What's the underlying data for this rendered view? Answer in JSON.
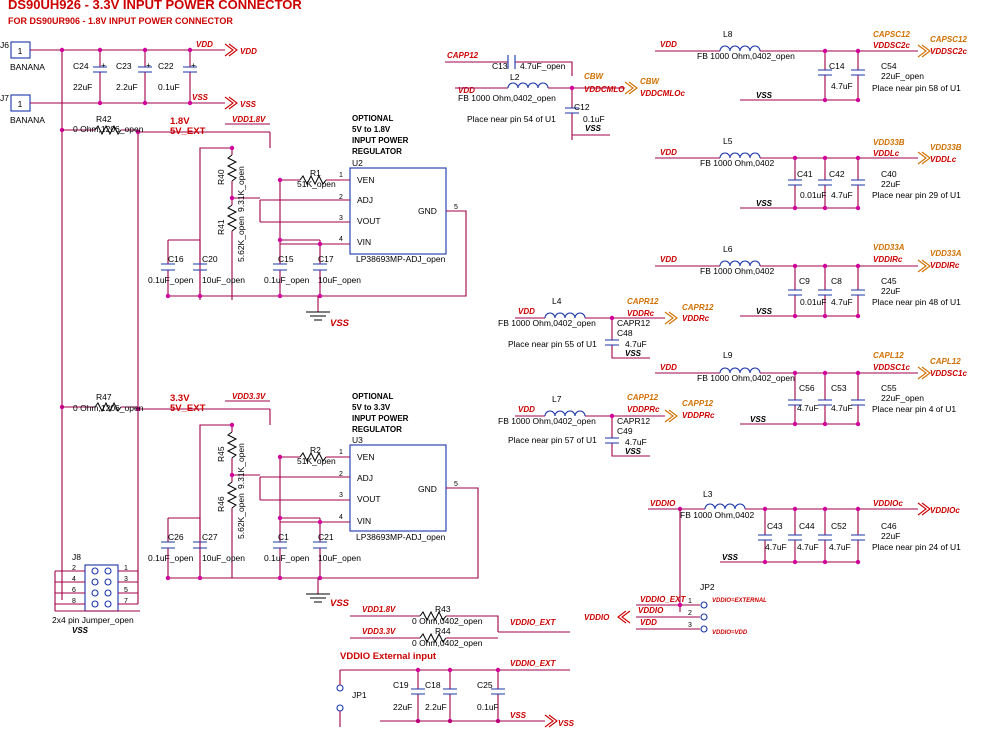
{
  "title": "DS90UH926 - 3.3V INPUT POWER CONNECTOR",
  "subtitle": "FOR DS90UR906 - 1.8V INPUT POWER CONNECTOR",
  "connectors": {
    "j6": {
      "ref": "J6",
      "pin": "1",
      "label": "BANANA"
    },
    "j7": {
      "ref": "J7",
      "pin": "1",
      "label": "BANANA"
    },
    "j8": {
      "ref": "J8",
      "label": "2x4 pin Jumper_open",
      "pins_left": [
        "2",
        "4",
        "6",
        "8"
      ],
      "pins_right": [
        "1",
        "3",
        "5",
        "7"
      ]
    }
  },
  "input_caps": [
    {
      "ref": "C24",
      "value": "22uF"
    },
    {
      "ref": "C23",
      "value": "2.2uF"
    },
    {
      "ref": "C22",
      "value": "0.1uF"
    }
  ],
  "nets": {
    "vdd": "VDD",
    "vss": "VSS",
    "vdd18": "VDD1.8V",
    "vdd33": "VDD3.3V",
    "v18": "1.8V",
    "v33": "3.3V",
    "v5ext": "5V_EXT",
    "vddio_ext": "VDDIO_EXT",
    "vddio": "VDDIO",
    "vddioc": "VDDIOc",
    "capp12": "CAPP12",
    "cbw": "CBW",
    "vddcmlo": "VDDCMLO",
    "vddcmloc": "VDDCMLOc",
    "capsc12": "CAPSC12",
    "vddsc2c": "VDDSC2c",
    "vdd33b": "VDD33B",
    "vddlc": "VDDLc",
    "vdd33a": "VDD33A",
    "vddirc": "VDDIRc",
    "capr12": "CAPR12",
    "vddrc": "VDDRc",
    "capl12": "CAPL12",
    "vddsc1c": "VDDSC1c",
    "vddprc": "VDDPRc"
  },
  "resistors": {
    "r42": {
      "ref": "R42",
      "value": "0 Ohm,1206_open"
    },
    "r47": {
      "ref": "R47",
      "value": "0 Ohm,1206_open"
    },
    "r1": {
      "ref": "R1",
      "value": "51K_open"
    },
    "r2": {
      "ref": "R2",
      "value": "51K_open"
    },
    "r40": {
      "ref": "R40",
      "value": "9.31K_open"
    },
    "r41": {
      "ref": "R41",
      "value": "5.62K_open"
    },
    "r45": {
      "ref": "R45",
      "value": "9.31K_open"
    },
    "r46": {
      "ref": "R46",
      "value": "5.62K_open"
    },
    "r43": {
      "ref": "R43",
      "value": "0 Ohm,0402_open"
    },
    "r44": {
      "ref": "R44",
      "value": "0 Ohm,0402_open"
    }
  },
  "regulator1": {
    "label": "OPTIONAL\n5V to 1.8V\nINPUT POWER\nREGULATOR",
    "label_lines": [
      "OPTIONAL",
      "5V to 1.8V",
      "INPUT POWER",
      "REGULATOR"
    ],
    "ref": "U2",
    "part": "LP38693MP-ADJ_open",
    "pins": [
      "VEN",
      "ADJ",
      "VOUT",
      "VIN",
      "GND"
    ],
    "caps": [
      {
        "ref": "C16",
        "value": "0.1uF_open"
      },
      {
        "ref": "C20",
        "value": "10uF_open"
      },
      {
        "ref": "C15",
        "value": "0.1uF_open"
      },
      {
        "ref": "C17",
        "value": "10uF_open"
      }
    ]
  },
  "regulator2": {
    "label_lines": [
      "OPTIONAL",
      "5V to 3.3V",
      "INPUT POWER",
      "REGULATOR"
    ],
    "ref": "U3",
    "part": "LP38693MP-ADJ_open",
    "pins": [
      "VEN",
      "ADJ",
      "VOUT",
      "VIN",
      "GND"
    ],
    "caps": [
      {
        "ref": "C26",
        "value": "0.1uF_open"
      },
      {
        "ref": "C27",
        "value": "10uF_open"
      },
      {
        "ref": "C1",
        "value": "0.1uF_open"
      },
      {
        "ref": "C21",
        "value": "10uF_open"
      }
    ]
  },
  "vddio_section": {
    "title": "VDDIO External input",
    "jp1": "JP1",
    "caps": [
      {
        "ref": "C19",
        "value": "22uF"
      },
      {
        "ref": "C18",
        "value": "2.2uF"
      },
      {
        "ref": "C25",
        "value": "0.1uF"
      }
    ]
  },
  "filters": {
    "l2": {
      "ref": "L2",
      "value": "FB 1000 Ohm,0402_open",
      "cap_ref": "C13",
      "cap_val": "4.7uF_open",
      "c12": "C12",
      "c12_val": "0.1uF",
      "note": "Place near pin 54 of U1"
    },
    "l4": {
      "ref": "L4",
      "value": "FB 1000 Ohm,0402_open",
      "cap_net": "CAPR12",
      "cap_ref": "C48",
      "cap_val": "4.7uF",
      "note": "Place near pin 55 of U1"
    },
    "l7": {
      "ref": "L7",
      "value": "FB 1000 Ohm,0402_open",
      "cap_net": "CAPR12",
      "cap_ref": "C49",
      "cap_val": "4.7uF",
      "note": "Place near pin 57 of U1"
    },
    "l8": {
      "ref": "L8",
      "value": "FB 1000 Ohm,0402_open",
      "caps": [
        "C14",
        "C54"
      ],
      "c14_val": "4.7uF",
      "c54_val": "22uF_open",
      "note": "Place near pin 58 of U1"
    },
    "l5": {
      "ref": "L5",
      "value": "FB 1000 Ohm,0402",
      "caps": [
        "C41",
        "C42",
        "C40"
      ],
      "vals": [
        "0.01uF",
        "4.7uF",
        "22uF"
      ],
      "note": "Place near pin 29 of U1"
    },
    "l6": {
      "ref": "L6",
      "value": "FB 1000 Ohm,0402",
      "caps": [
        "C9",
        "C8",
        "C45"
      ],
      "vals": [
        "0.01uF",
        "4.7uF",
        "22uF"
      ],
      "note": "Place near pin 48 of U1"
    },
    "l9": {
      "ref": "L9",
      "value": "FB 1000 Ohm,0402_open",
      "caps": [
        "C56",
        "C53",
        "C55"
      ],
      "vals": [
        "4.7uF",
        "4.7uF",
        "22uF_open"
      ],
      "note": "Place near pin 4 of U1"
    },
    "l3": {
      "ref": "L3",
      "value": "FB 1000 Ohm,0402",
      "caps": [
        "C43",
        "C44",
        "C52",
        "C46"
      ],
      "vals": [
        "4.7uF",
        "4.7uF",
        "4.7uF",
        "22uF"
      ],
      "note": "Place near pin 24 of U1"
    }
  },
  "jp2": {
    "ref": "JP2",
    "pins": [
      "1",
      "2",
      "3"
    ],
    "opt1": "VDDIO=EXTERNAL",
    "opt3": "VDDIO=VDD"
  },
  "pin2": "2",
  "pin1": "1",
  "pin3": "3",
  "pin4": "4",
  "pin5": "5",
  "plus": "+"
}
